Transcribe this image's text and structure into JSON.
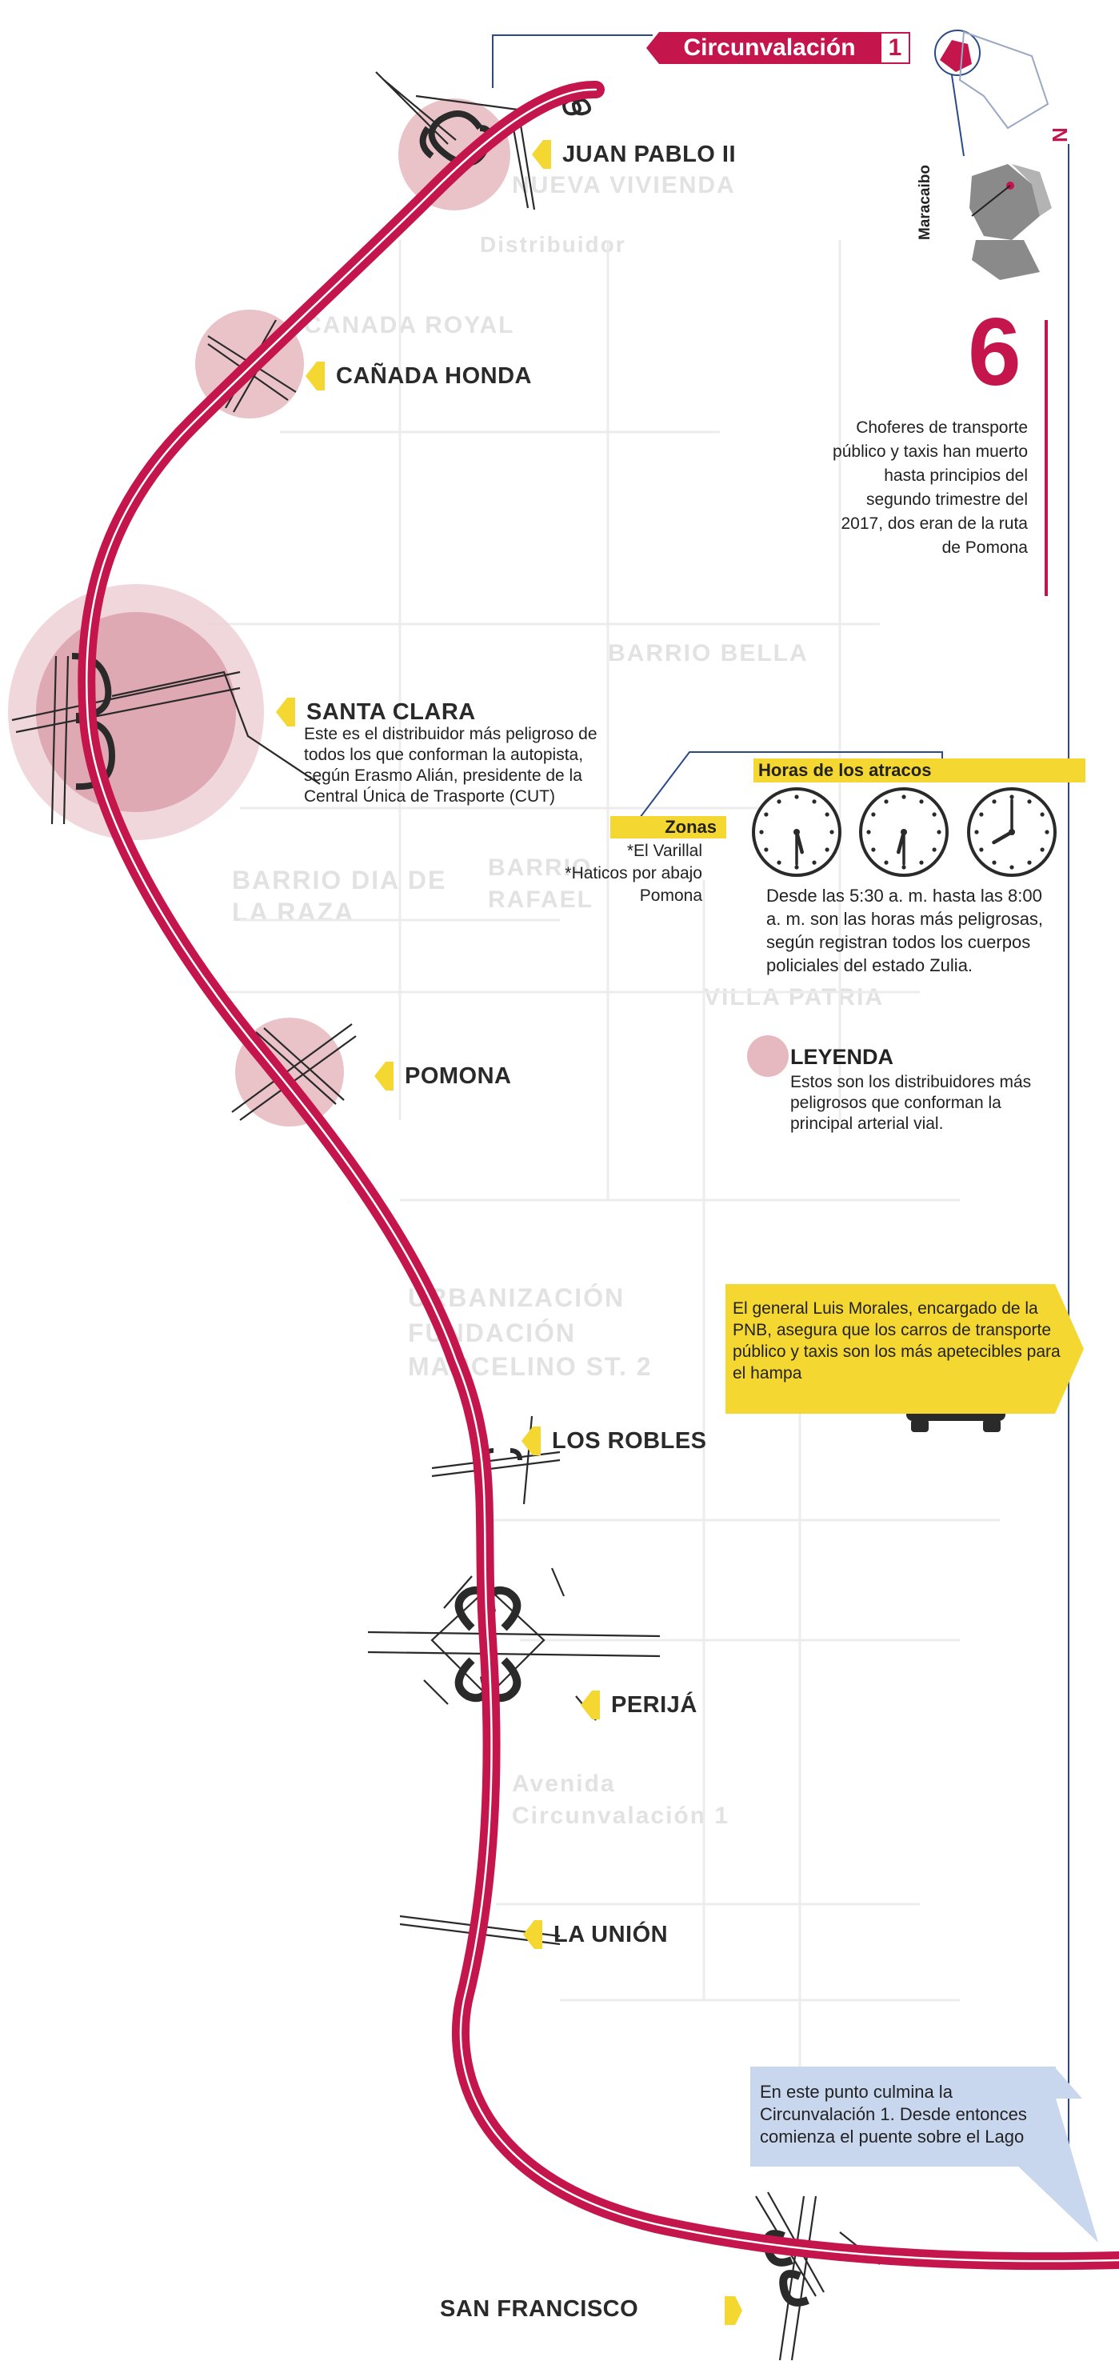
{
  "header": {
    "title": "Circunvalación",
    "number": "1"
  },
  "locator": {
    "city_label": "Maracaibo",
    "north_symbol": "N"
  },
  "stat": {
    "number": "6",
    "text": "Choferes de transporte público y taxis han muerto hasta principios del segundo trimestre del 2017, dos eran de la ruta de Pomona"
  },
  "stops": [
    {
      "id": "juan-pablo-ii",
      "label": "JUAN PABLO II"
    },
    {
      "id": "canada-honda",
      "label": "CAÑADA HONDA"
    },
    {
      "id": "santa-clara",
      "label": "SANTA CLARA",
      "description": "Este es el distribuidor más peligroso de todos los que conforman la autopista, según Erasmo Alián, presidente de la Central Única de Trasporte (CUT)"
    },
    {
      "id": "pomona",
      "label": "POMONA"
    },
    {
      "id": "los-robles",
      "label": "LOS ROBLES"
    },
    {
      "id": "perija",
      "label": "PERIJÁ"
    },
    {
      "id": "la-union",
      "label": "LA UNIÓN"
    },
    {
      "id": "san-francisco",
      "label": "SAN FRANCISCO"
    }
  ],
  "zonas": {
    "title": "Zonas",
    "items": [
      "*El Varillal",
      "*Haticos por abajo",
      "Pomona"
    ]
  },
  "horas": {
    "title": "Horas de los atracos",
    "clocks": [
      {
        "hour": 5,
        "minute": 30
      },
      {
        "hour": 6,
        "minute": 30
      },
      {
        "hour": 8,
        "minute": 0
      }
    ],
    "text": "Desde las 5:30 a. m. hasta las 8:00 a. m. son las horas más peligrosas, según registran todos los cuerpos policiales del estado Zulia."
  },
  "legend": {
    "title": "LEYENDA",
    "text": "Estos son los distribuidores más peligrosos que conforman la principal arterial vial."
  },
  "pnb_note": "El general Luis Morales, encargado de la PNB, asegura que los carros de transporte público y taxis son los más apetecibles para el hampa",
  "lake_note": "En este punto culmina la Circunvalación 1. Desde entonces comienza el puente sobre el Lago",
  "background_text": [
    "NUEVA VIVIENDA",
    "Distribuidor",
    "CANADA ROYAL",
    "BARRIO BELLA",
    "BARRIO DIA DE LA RAZA",
    "BARRIO RAFAEL",
    "URBANIZACIÓN FUNDACIÓN",
    "MARCELINO ST. 2",
    "Avenida Circunvalación 1",
    "VILLA PATRIA"
  ],
  "colors": {
    "road": "#c4154d",
    "accent_yellow": "#f5d731",
    "danger_circle": "#e6b9c0",
    "danger_circle_dark": "#d8a0aa",
    "rule_blue": "#2a4a88",
    "note_blue": "#c8d6ee"
  }
}
